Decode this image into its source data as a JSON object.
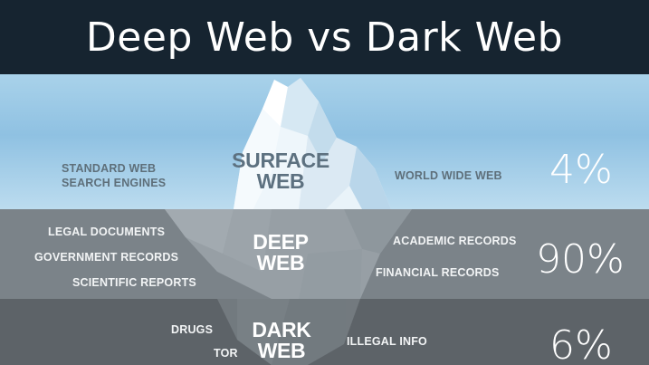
{
  "title": "Deep Web vs Dark Web",
  "layers": {
    "surface": {
      "name_line1": "SURFACE",
      "name_line2": "WEB",
      "left_labels": [
        "STANDARD WEB",
        "SEARCH ENGINES"
      ],
      "right_labels": [
        "WORLD WIDE WEB"
      ],
      "percent": "4%"
    },
    "deep": {
      "name_line1": "DEEP",
      "name_line2": "WEB",
      "left_labels": [
        "LEGAL DOCUMENTS",
        "GOVERNMENT RECORDS",
        "SCIENTIFIC REPORTS"
      ],
      "right_labels": [
        "ACADEMIC RECORDS",
        "FINANCIAL RECORDS"
      ],
      "percent": "90%"
    },
    "dark": {
      "name_line1": "DARK",
      "name_line2": "WEB",
      "left_labels": [
        "DRUGS",
        "TOR"
      ],
      "right_labels": [
        "ILLEGAL INFO"
      ],
      "percent": "6%"
    }
  },
  "colors": {
    "title_bar": "#162430",
    "sky": "#9ccbe6",
    "deep_band": "#7b8389",
    "dark_band": "#5d6368",
    "surface_text": "#5e6f7a",
    "light_text": "#f2f4f5"
  }
}
